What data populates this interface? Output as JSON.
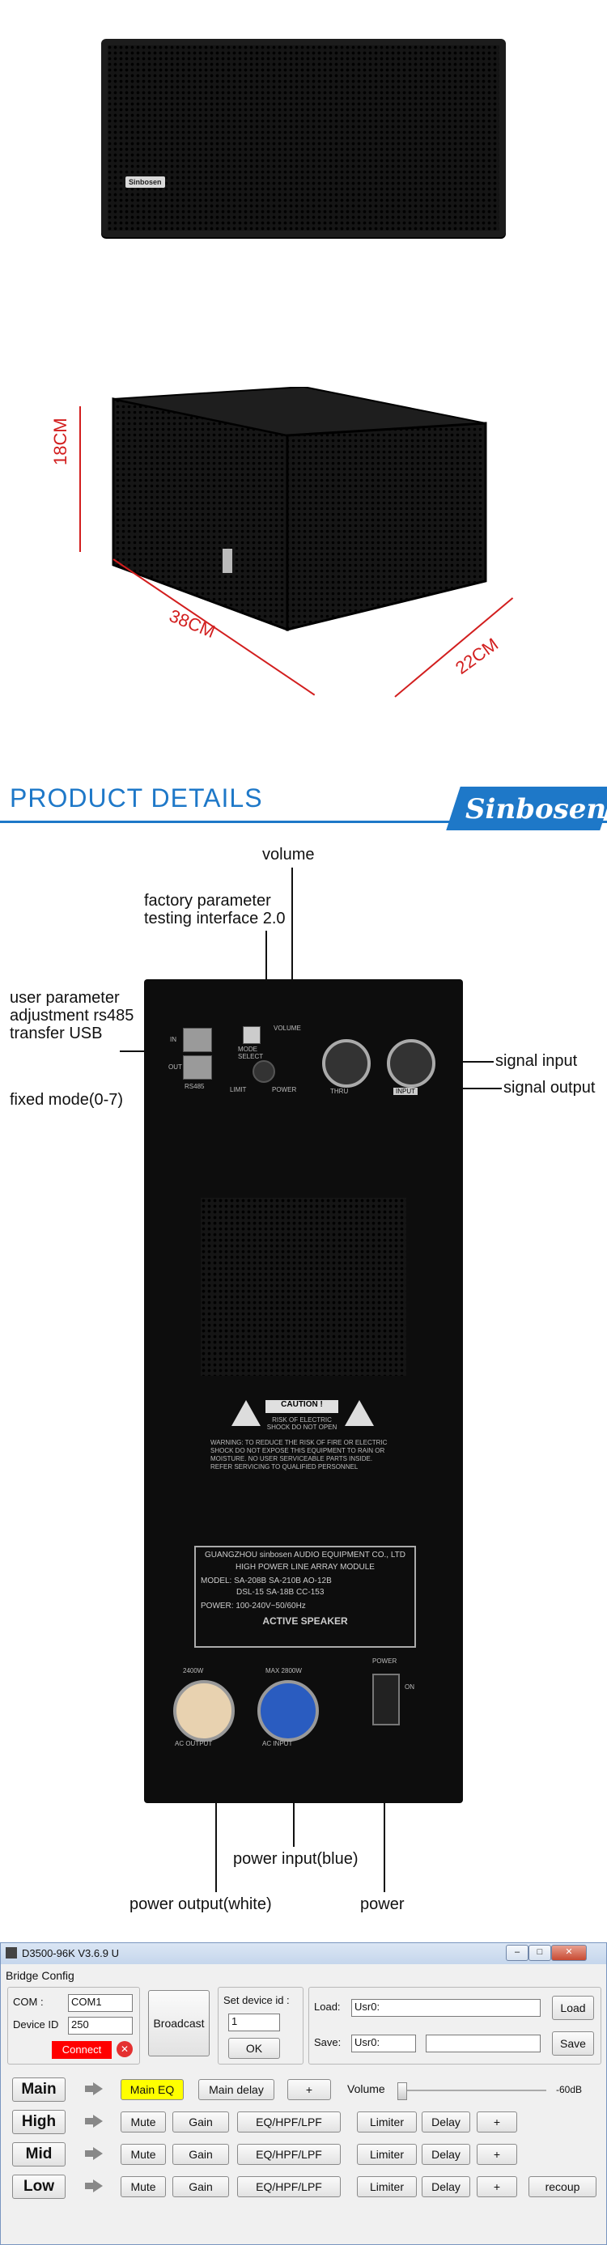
{
  "dimensions": {
    "height": "18CM",
    "length": "38CM",
    "depth": "22CM"
  },
  "brand_badge": "Sinbosen",
  "section": {
    "title": "PRODUCT DETAILS",
    "logo": "Sinbosen",
    "logo_mark": "®"
  },
  "callouts": {
    "volume": "volume",
    "factory_line1": "factory parameter",
    "factory_line2": "testing interface 2.0",
    "user_line1": "user parameter",
    "user_line2": "adjustment rs485",
    "user_line3": "transfer USB",
    "fixed_mode": "fixed mode(0-7)",
    "signal_input": "signal input",
    "signal_output": "signal output",
    "power_input": "power input(blue)",
    "power_output": "power output(white)",
    "power": "power"
  },
  "panel": {
    "rs485": "RS485",
    "in": "IN",
    "out": "OUT",
    "mode_select": "MODE SELECT",
    "volume": "VOLUME",
    "limit": "LIMIT",
    "power_led": "POWER",
    "thru": "THRU",
    "input": "INPUT",
    "caution": "CAUTION !",
    "caution_sub": "RISK OF ELECTRIC SHOCK DO NOT OPEN",
    "warning": "WARNING: TO REDUCE THE RISK OF FIRE OR ELECTRIC SHOCK DO NOT EXPOSE THIS EQUIPMENT TO RAIN OR MOISTURE. NO USER SERVICEABLE PARTS INSIDE. REFER SERVICING TO QUALIFIED PERSONNEL",
    "company": "GUANGZHOU sinbosen AUDIO EQUIPMENT CO., LTD",
    "module": "HIGH POWER LINE ARRAY MODULE",
    "model_label": "MODEL:",
    "models": [
      "SA-208B",
      "SA-210B",
      "AO-12B",
      "DSL-15",
      "SA-18B",
      "CC-153"
    ],
    "power_label": "POWER:",
    "power_val": "100-240V~50/60Hz",
    "active": "ACTIVE SPEAKER",
    "ac_output": "AC OUTPUT",
    "ac_input": "AC INPUT",
    "power_sw": "POWER",
    "on": "ON",
    "out_rating": "2400W",
    "in_rating": "MAX 2800W"
  },
  "software": {
    "title": "D3500-96K V3.6.9 U",
    "menu": "Bridge Config",
    "com_label": "COM :",
    "com_value": "COM1",
    "device_id_label": "Device ID",
    "device_id_value": "250",
    "connect": "Connect",
    "broadcast": "Broadcast",
    "set_device_label": "Set device id :",
    "set_device_value": "1",
    "ok": "OK",
    "load_label": "Load:",
    "load_value": "Usr0:",
    "load_btn": "Load",
    "save_label": "Save:",
    "save_value": "Usr0:",
    "save_btn": "Save",
    "rows": [
      {
        "name": "Main",
        "buttons": [
          "Main EQ",
          "Main delay",
          "+"
        ]
      },
      {
        "name": "High",
        "buttons": [
          "Mute",
          "Gain",
          "EQ/HPF/LPF",
          "Limiter",
          "Delay",
          "+"
        ]
      },
      {
        "name": "Mid",
        "buttons": [
          "Mute",
          "Gain",
          "EQ/HPF/LPF",
          "Limiter",
          "Delay",
          "+"
        ]
      },
      {
        "name": "Low",
        "buttons": [
          "Mute",
          "Gain",
          "EQ/HPF/LPF",
          "Limiter",
          "Delay",
          "+",
          "recoup"
        ]
      }
    ],
    "volume_label": "Volume",
    "volume_value": "-60dB",
    "active_color": "#ffff00",
    "connect_color": "#ff0000"
  }
}
